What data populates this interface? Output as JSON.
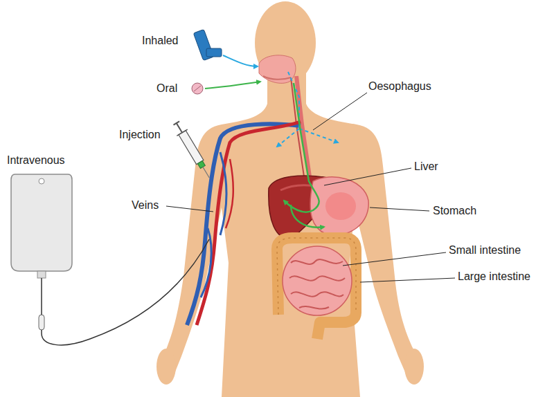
{
  "diagram": {
    "labels": [
      "Inhaled",
      "Oral",
      "Injection",
      "Intravenous",
      "Veins",
      "Oesophagus",
      "Liver",
      "Stomach",
      "Small intestine",
      "Large intestine"
    ]
  }
}
